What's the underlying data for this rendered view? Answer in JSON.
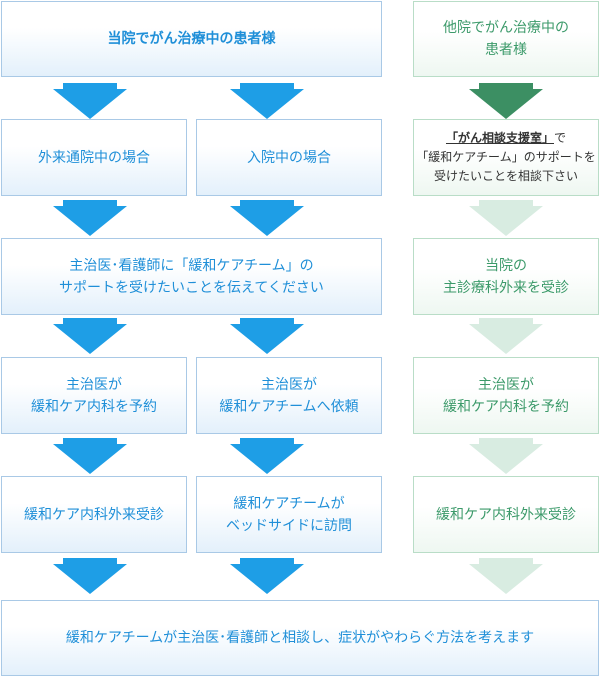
{
  "colors": {
    "blue_arrow": "#1e9ee6",
    "green_arrow_dark": "#3c8f63",
    "green_arrow_light": "#d8ece1",
    "blue_text": "#1f8fd8",
    "green_text": "#3c9a6a"
  },
  "left": {
    "start": "当院でがん治療中の患者様",
    "outpatient": "外来通院中の場合",
    "inpatient": "入院中の場合",
    "tell_line1": "主治医･看護師に「緩和ケアチーム」の",
    "tell_line2": "サポートを受けたいことを伝えてください",
    "reserve_line1": "主治医が",
    "reserve_line2": "緩和ケア内科を予約",
    "request_line1": "主治医が",
    "request_line2": "緩和ケアチームへ依頼",
    "visit_outpatient": "緩和ケア内科外来受診",
    "bedside_line1": "緩和ケアチームが",
    "bedside_line2": "ベッドサイドに訪問"
  },
  "right": {
    "start_line1": "他院でがん治療中の",
    "start_line2": "患者様",
    "consult_office": "「がん相談支援室」",
    "consult_suffix": "で",
    "consult_line2": "「緩和ケアチーム」のサポートを",
    "consult_line3": "受けたいことを相談下さい",
    "dept_line1": "当院の",
    "dept_line2": "主診療科外来を受診",
    "reserve_line1": "主治医が",
    "reserve_line2": "緩和ケア内科を予約",
    "visit_outpatient": "緩和ケア内科外来受診"
  },
  "final": "緩和ケアチームが主治医･看護師と相談し、症状がやわらぐ方法を考えます"
}
